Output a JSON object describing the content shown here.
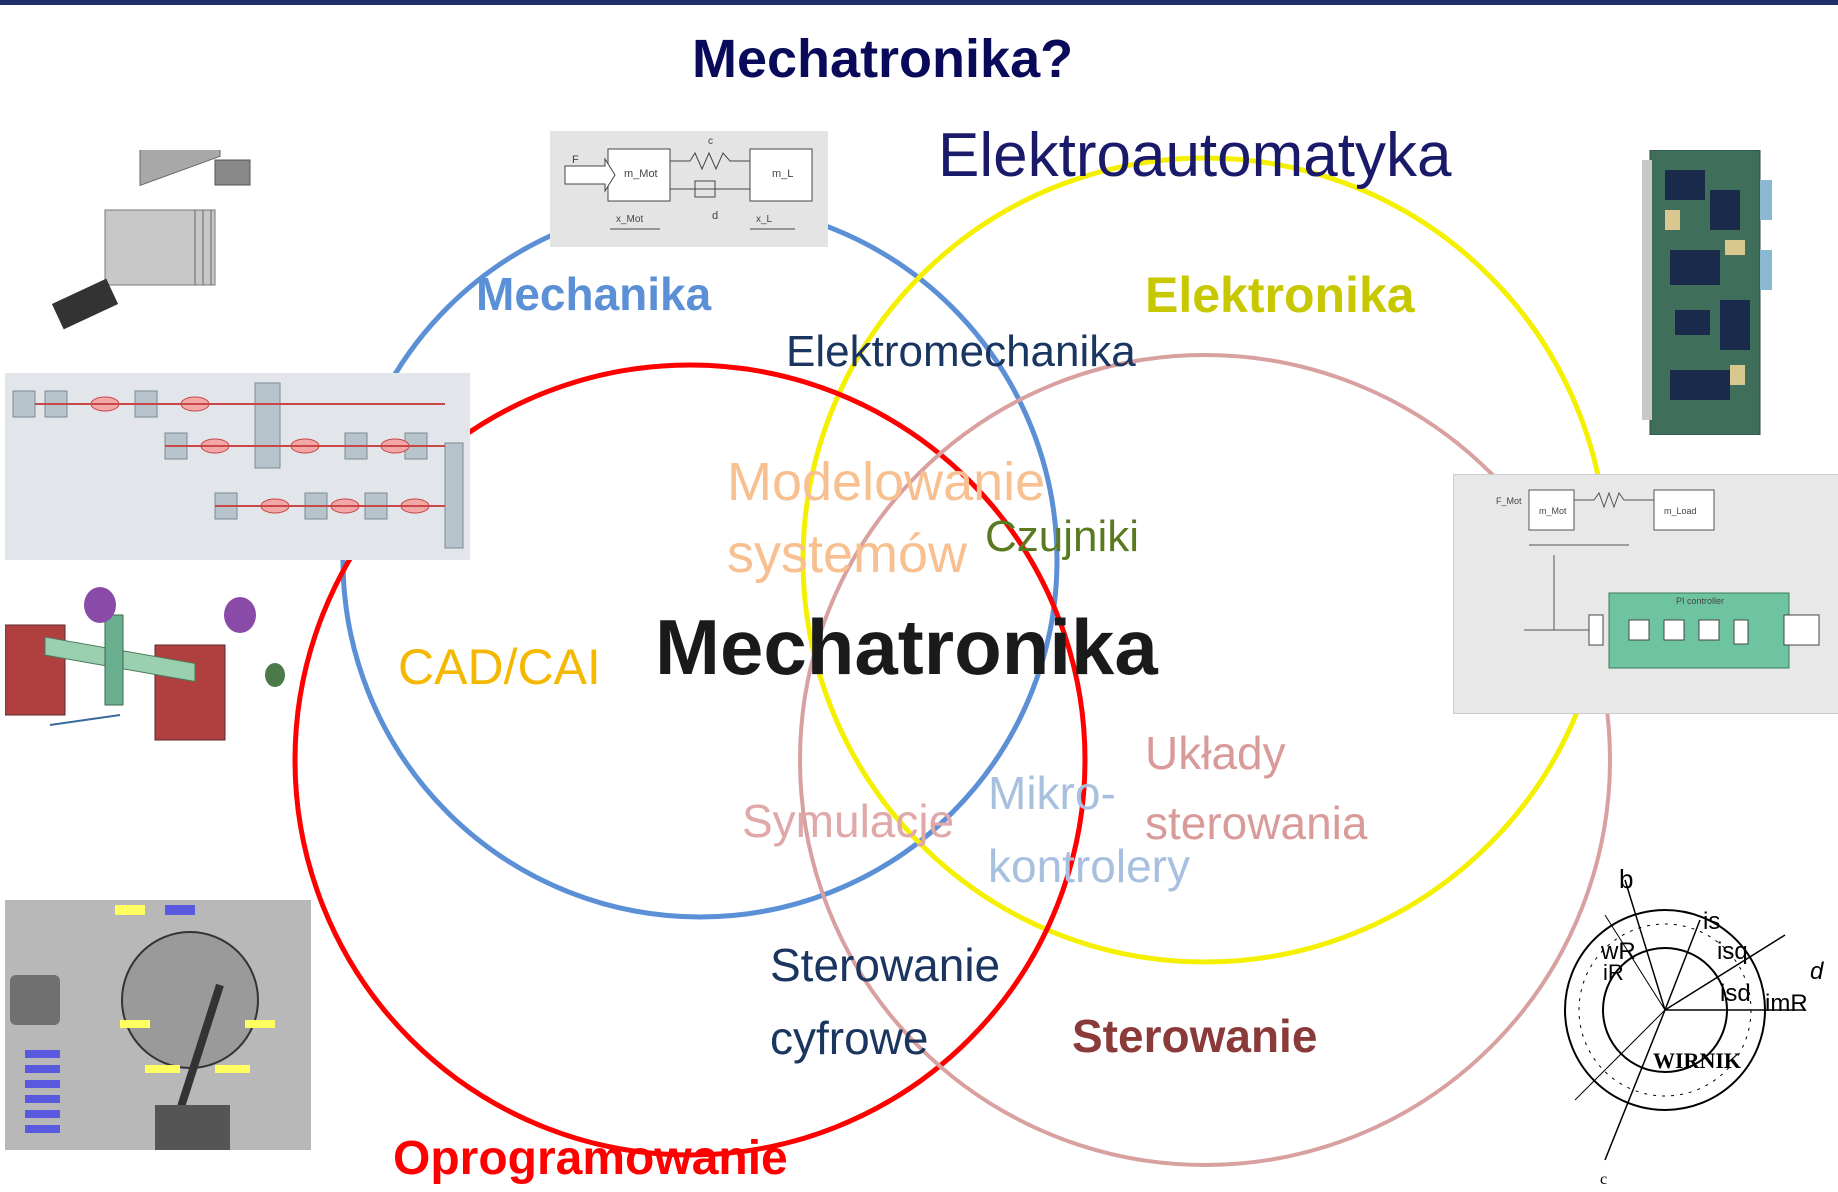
{
  "title": "Mechatronika?",
  "fields": {
    "elektroautomatyka": "Elektroautomatyka",
    "mechanika": "Mechanika",
    "elektronika": "Elektronika",
    "oprogramowanie": "Oprogramowanie",
    "sterowanie": "Sterowanie",
    "center": "Mechatronika"
  },
  "intersections": {
    "elektromechanika": "Elektromechanika",
    "modelowanie_1": "Modelowanie",
    "modelowanie_2": "systemów",
    "czujniki": "Czujniki",
    "cad": "CAD/CAI",
    "uklady_1": "Układy",
    "uklady_2": "sterowania",
    "symulacje": "Symulacje",
    "mikro_1": "Mikro-",
    "mikro_2": "kontrolery",
    "cyfrowe_1": "Sterowanie",
    "cyfrowe_2": "cyfrowe"
  },
  "figures": {
    "mass_model": {
      "f": "F",
      "m_mot": "m_Mot",
      "m_l": "m_L",
      "c": "c",
      "d": "d",
      "x_mot": "x_Mot",
      "x_l": "x_L"
    },
    "control_model": {
      "f_mot": "F_Mot",
      "m_mot": "m_Mot",
      "m_load": "m_Load",
      "pi": "PI controller"
    },
    "rotor": {
      "b": "b",
      "c": "c",
      "d": "d",
      "wr": "wR",
      "ir": "iR",
      "isq": "isq",
      "isd": "isd",
      "imr": "imR",
      "is": "is",
      "wirnik": "WIRNIK"
    }
  },
  "colors": {
    "mechanika": "#5b8fd6",
    "elektronika": "#f4f000",
    "elektronika_text": "#c8c800",
    "oprogramowanie": "#ff0000",
    "sterowanie": "#d9a0a0",
    "sterowanie_text": "#8b3a3a",
    "title": "#0a0a5a",
    "dark_blue": "#1a3560",
    "cad": "#f5b800",
    "modelowanie": "#f8c090",
    "czujniki": "#5a7a20",
    "mikro": "#a8c0e0",
    "uklady": "#d99a9a",
    "symulacje": "#e0a8a8"
  }
}
